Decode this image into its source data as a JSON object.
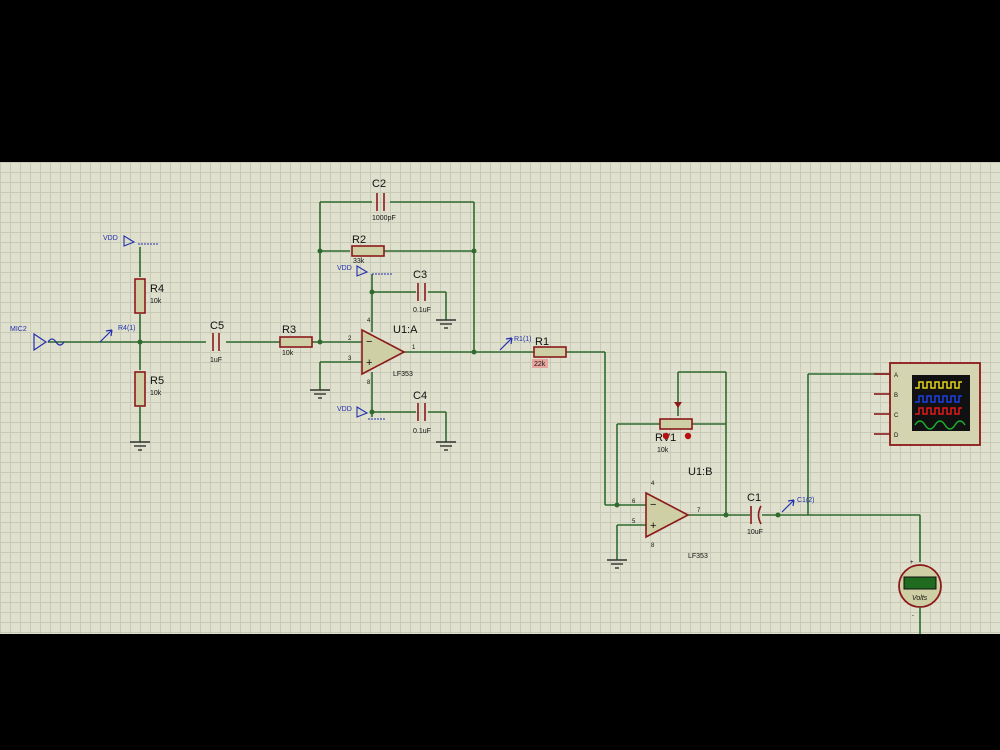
{
  "components": {
    "r4": {
      "ref": "R4",
      "value": "10k"
    },
    "r5": {
      "ref": "R5",
      "value": "10k"
    },
    "c5": {
      "ref": "C5",
      "value": "1uF"
    },
    "r3": {
      "ref": "R3",
      "value": "10k"
    },
    "c2": {
      "ref": "C2",
      "value": "1000pF"
    },
    "r2": {
      "ref": "R2",
      "value": "33k"
    },
    "c3": {
      "ref": "C3",
      "value": "0.1uF"
    },
    "c4": {
      "ref": "C4",
      "value": "0.1uF"
    },
    "u1a": {
      "ref": "U1:A",
      "value": "LF353"
    },
    "r1": {
      "ref": "R1",
      "value": "22k"
    },
    "rv1": {
      "ref": "RV1",
      "value": "10k"
    },
    "u1b": {
      "ref": "U1:B",
      "value": "LF353"
    },
    "c1": {
      "ref": "C1",
      "value": "10uF"
    }
  },
  "power": {
    "vdd1": "VDD",
    "vdd2": "VDD",
    "vdd3": "VDD"
  },
  "probes": {
    "mic": "MIC2",
    "r4": "R4(1)",
    "r1": "R1(1)",
    "c1": "C1(2)"
  },
  "pins": {
    "u1a_2": "2",
    "u1a_3": "3",
    "u1a_1": "1",
    "u1a_4": "4",
    "u1a_8": "8",
    "u1b_6": "6",
    "u1b_5": "5",
    "u1b_7": "7",
    "u1b_4": "4",
    "u1b_8": "8"
  },
  "oscilloscope": {
    "channels": [
      "A",
      "B",
      "C",
      "D"
    ],
    "trace_colors": [
      "#e6d21a",
      "#1a3fe0",
      "#e01a1a",
      "#1ab02a"
    ]
  },
  "voltmeter": {
    "unit": "Volts",
    "plus": "+",
    "minus": "-"
  }
}
